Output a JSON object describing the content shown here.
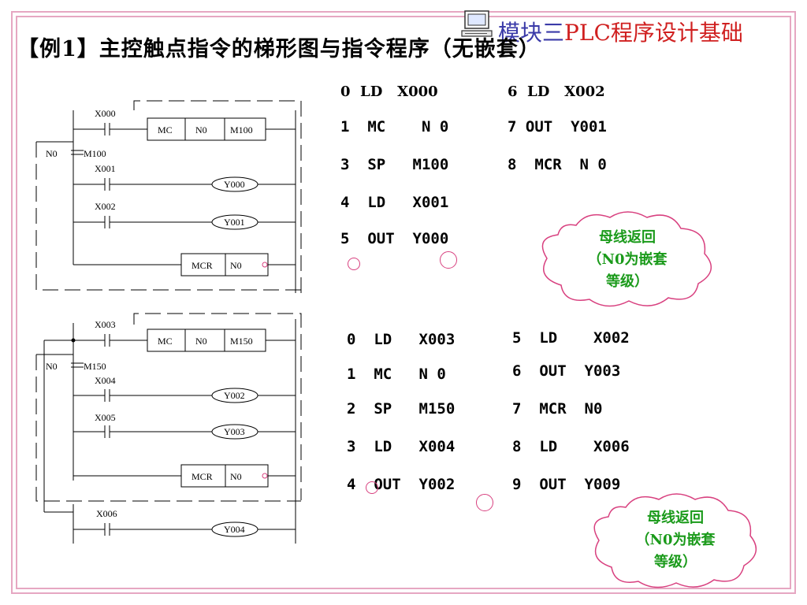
{
  "header": {
    "title": "【例1】主控触点指令的梯形图与指令程序（无嵌套）",
    "module_part1": "模块三",
    "module_part2": "PLC程序设计基础"
  },
  "ladder": {
    "upper": {
      "contact1": "X000",
      "mc_box": [
        "MC",
        "N0",
        "M100"
      ],
      "nest_label": "N0",
      "mc_contact": "M100",
      "contact2": "X001",
      "coil2": "Y000",
      "contact3": "X002",
      "coil3": "Y001",
      "mcr_box": [
        "MCR",
        "N0"
      ]
    },
    "lower": {
      "contact1": "X003",
      "mc_box": [
        "MC",
        "N0",
        "M150"
      ],
      "nest_label": "N0",
      "mc_contact": "M150",
      "contact2": "X004",
      "coil2": "Y002",
      "contact3": "X005",
      "coil3": "Y003",
      "mcr_box": [
        "MCR",
        "N0"
      ],
      "contact4": "X006",
      "coil4": "Y004"
    }
  },
  "program1": {
    "col1": [
      "0  LD   X000",
      "1  MC    N 0",
      "3  SP   M100",
      "4  LD   X001",
      "5  OUT  Y000"
    ],
    "col2": [
      "6  LD   X002",
      "7 OUT  Y001",
      "8  MCR  N 0"
    ]
  },
  "program2": {
    "col1": [
      "0  LD   X003",
      "1  MC   N 0",
      "2  SP   M150",
      "3  LD   X004",
      "4  OUT  Y002"
    ],
    "col2": [
      "5  LD    X002",
      "6  OUT  Y003",
      "7  MCR  N0",
      "8  LD    X006",
      "9  OUT  Y009"
    ]
  },
  "callouts": {
    "lines": [
      "母线返回",
      "（N0为嵌套",
      "等级）"
    ]
  },
  "colors": {
    "frame": "#e6a7c2",
    "callout_text": "#1a9a1a",
    "callout_border": "#d8407f",
    "module_blue": "#3a3aa8",
    "module_red": "#d02020"
  }
}
